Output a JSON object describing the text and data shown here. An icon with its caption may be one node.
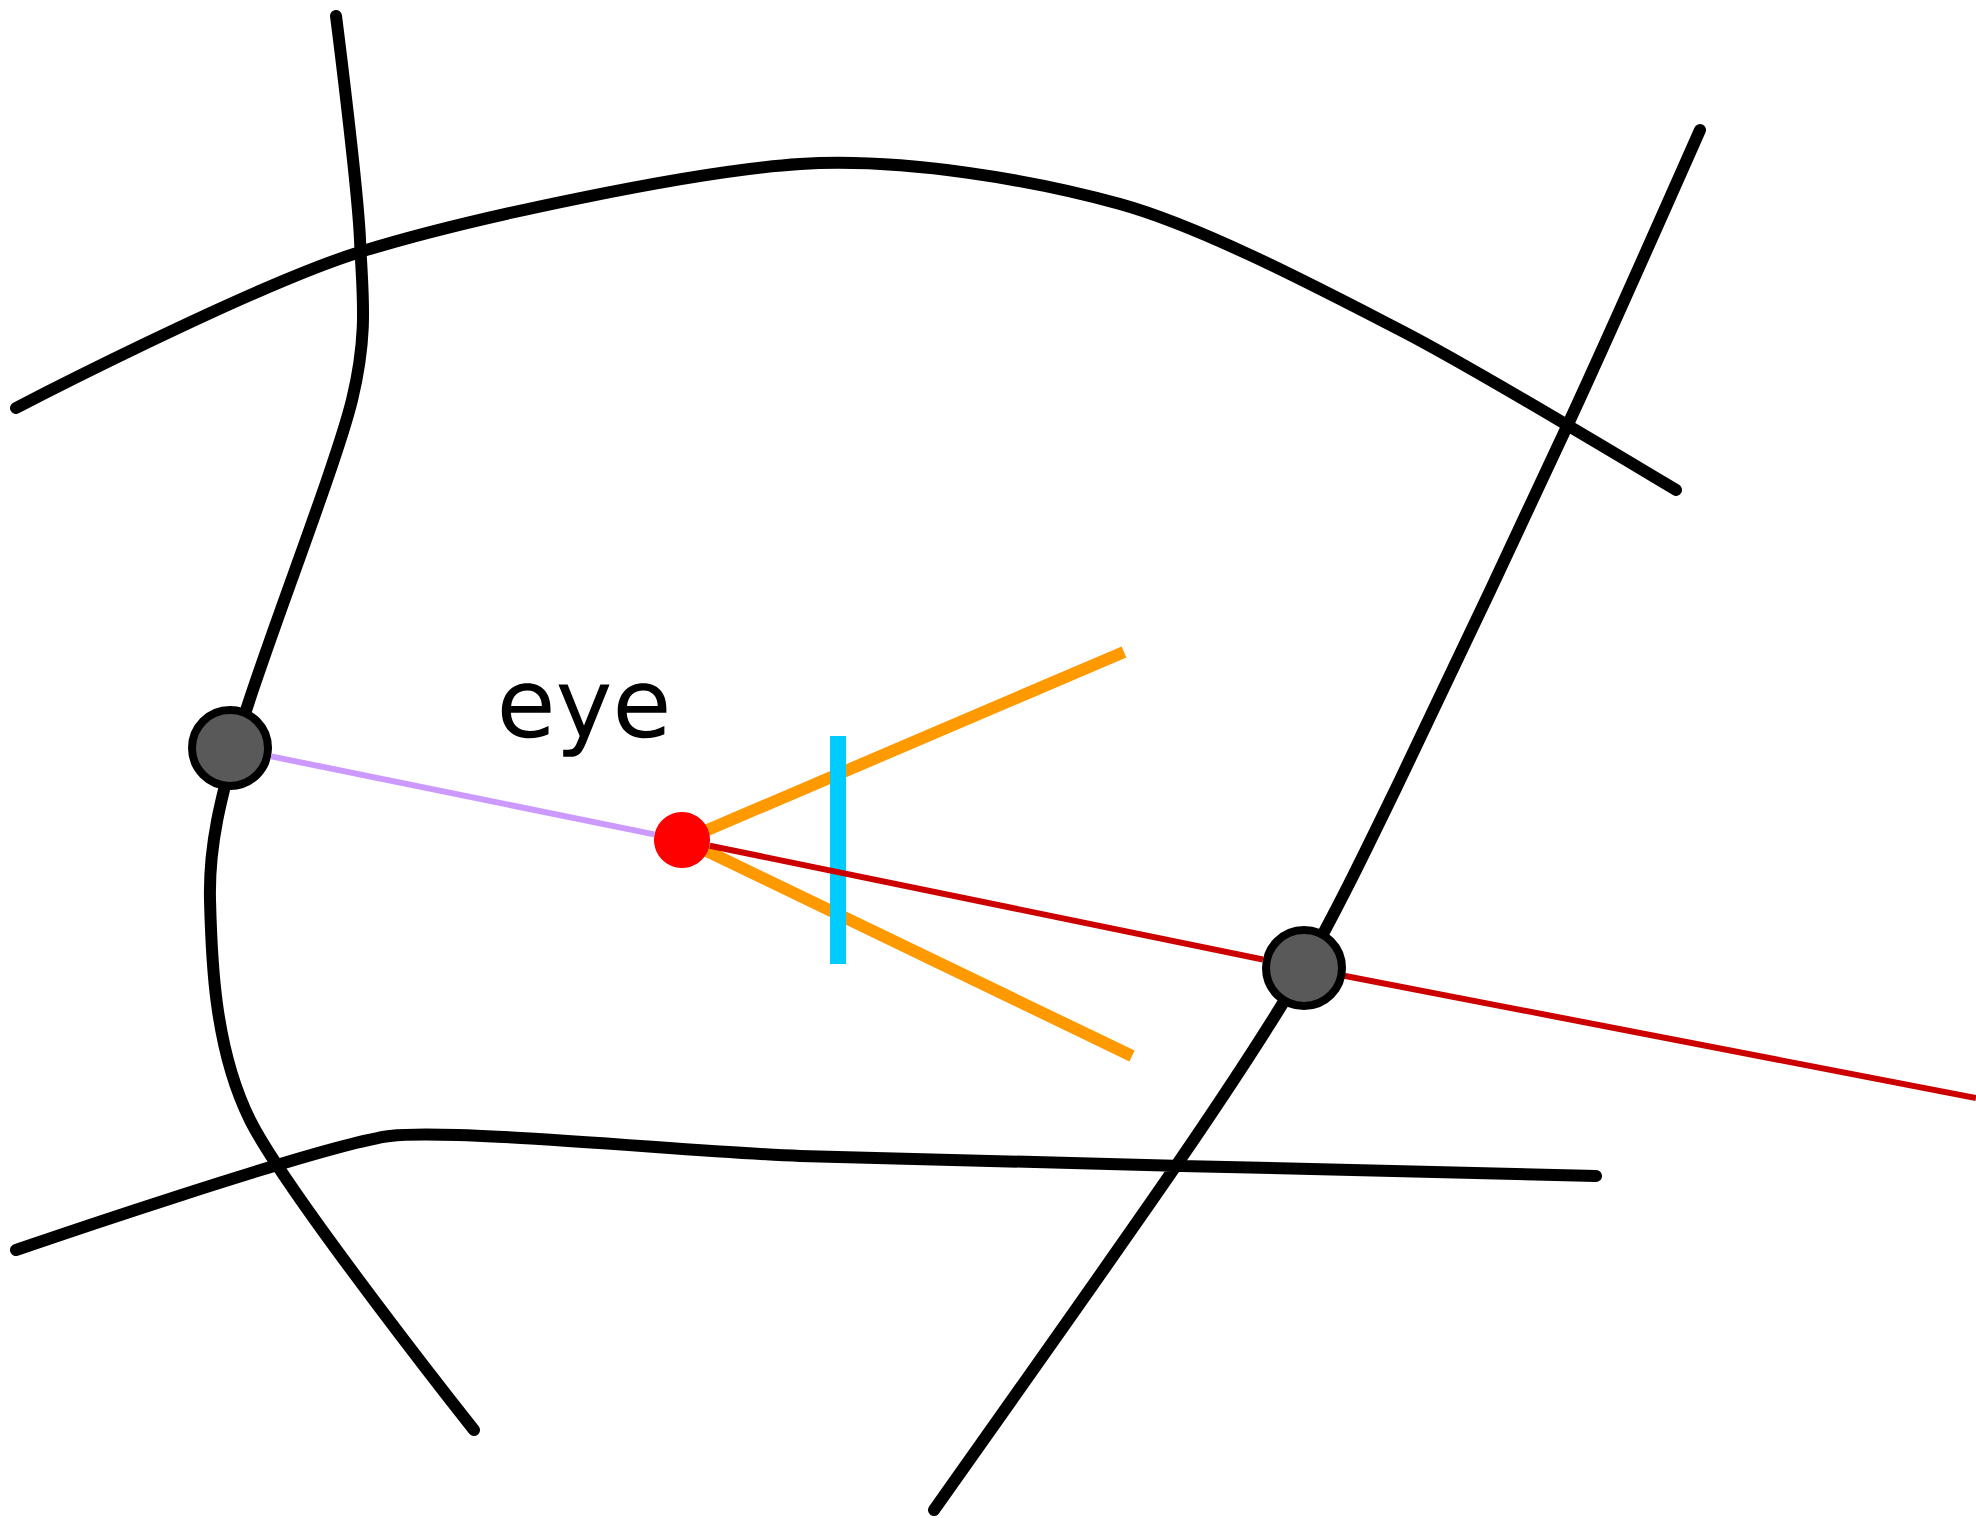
{
  "diagram": {
    "nodes": [
      {
        "text": [],
        "shape": "circle"
      },
      {
        "text": [],
        "shape": "circle",
        "beside": [
          "eye"
        ]
      },
      {
        "text": [],
        "shape": "circle"
      }
    ],
    "edges": [
      {
        "from": 0,
        "to": 1,
        "arrow": "none",
        "color": "#cc99ff"
      },
      {
        "from": 1,
        "to": 2,
        "arrow": "none",
        "color": "#cc0000"
      }
    ]
  }
}
